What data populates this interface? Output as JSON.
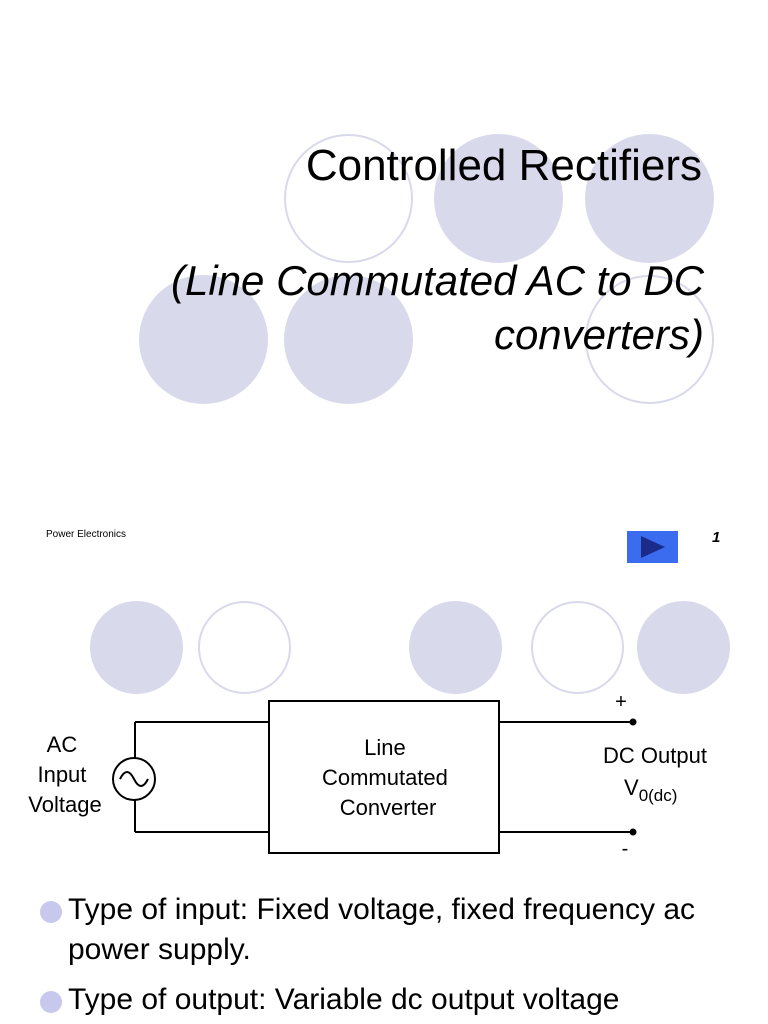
{
  "slide1": {
    "title": "Controlled Rectifiers",
    "subtitle": "(Line Commutated AC to DC converters)",
    "footer_text": "Power Electronics",
    "page_number": "1",
    "accent_color": "#3b6cf0",
    "decor_color": "#d9d9ec",
    "nav_icon": "play-icon"
  },
  "slide2": {
    "diagram": {
      "source_label_lines": [
        "AC",
        "Input",
        "Voltage"
      ],
      "source_icon": "ac-source-icon",
      "box_label_lines": [
        "Line",
        "Commutated",
        "Converter"
      ],
      "output_label_line1": "DC Output",
      "output_label_v": "V",
      "output_label_sub": "0(dc)",
      "plus_label": "+",
      "minus_label": "-"
    },
    "bullets": [
      "Type of input: Fixed voltage, fixed frequency ac power supply.",
      "Type of output: Variable dc output voltage"
    ]
  }
}
